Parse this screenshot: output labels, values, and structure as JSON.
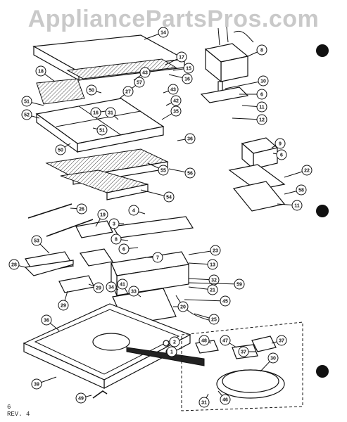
{
  "watermark": "AppliancePartsPros.com",
  "footer": {
    "page": "6",
    "revision": "REV. 4"
  },
  "callouts": [
    "14",
    "17",
    "16",
    "18",
    "43",
    "15",
    "50",
    "57",
    "27",
    "16",
    "43",
    "51",
    "31",
    "42",
    "52",
    "35",
    "51",
    "50",
    "36",
    "55",
    "56",
    "54",
    "8",
    "10",
    "6",
    "11",
    "12",
    "9",
    "6",
    "22",
    "58",
    "11",
    "26",
    "4",
    "3",
    "19",
    "8",
    "6",
    "53",
    "7",
    "23",
    "28",
    "13",
    "32",
    "29",
    "34",
    "21",
    "59",
    "41",
    "33",
    "29",
    "20",
    "45",
    "25",
    "36",
    "2",
    "1",
    "48",
    "47",
    "37",
    "37",
    "39",
    "30",
    "31",
    "46",
    "49"
  ],
  "colors": {
    "ink": "#111111",
    "watermark": "#c9c9c9",
    "paper": "#ffffff"
  }
}
